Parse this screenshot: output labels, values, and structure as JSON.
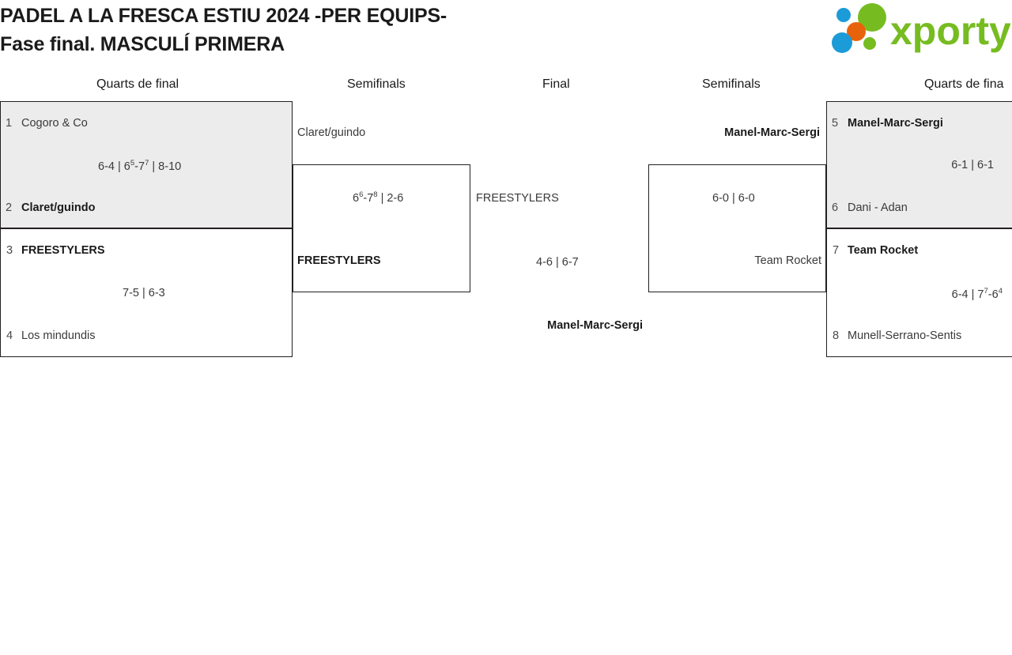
{
  "header": {
    "title_line1": "PADEL A LA FRESCA ESTIU 2024 -PER EQUIPS-",
    "title_line2": "Fase final. MASCULÍ PRIMERA",
    "logo_text": "xporty",
    "logo_colors": {
      "green": "#76bc21",
      "orange": "#e8620c",
      "blue": "#1b9bd8"
    }
  },
  "rounds": {
    "qf_left": "Quarts de final",
    "sf_left": "Semifinals",
    "final": "Final",
    "sf_right": "Semifinals",
    "qf_right": "Quarts de fina"
  },
  "bracket": {
    "qf_left": [
      {
        "shaded": true,
        "top": {
          "seed": "1",
          "name": "Cogoro & Co",
          "winner": false
        },
        "bottom": {
          "seed": "2",
          "name": "Claret/guindo",
          "winner": true
        },
        "score_parts": [
          {
            "t": "6-4 | 6",
            "sup": "5"
          },
          {
            "t": "-7",
            "sup": "7"
          },
          {
            "t": " | 8-10",
            "sup": ""
          }
        ],
        "score_plain": "6-4 | 6⁵-7⁷ | 8-10"
      },
      {
        "shaded": false,
        "top": {
          "seed": "3",
          "name": "FREESTYLERS",
          "winner": true
        },
        "bottom": {
          "seed": "4",
          "name": "Los mindundis",
          "winner": false
        },
        "score_parts": [
          {
            "t": "7-5 | 6-3",
            "sup": ""
          }
        ],
        "score_plain": "7-5 | 6-3"
      }
    ],
    "qf_right": [
      {
        "shaded": true,
        "top": {
          "seed": "5",
          "name": "Manel-Marc-Sergi",
          "winner": true
        },
        "bottom": {
          "seed": "6",
          "name": "Dani - Adan",
          "winner": false
        },
        "score_parts": [
          {
            "t": "6-1 | 6-1",
            "sup": ""
          }
        ],
        "score_plain": "6-1 | 6-1"
      },
      {
        "shaded": false,
        "top": {
          "seed": "7",
          "name": "Team Rocket",
          "winner": true
        },
        "bottom": {
          "seed": "8",
          "name": "Munell-Serrano-Sentis",
          "winner": false
        },
        "score_parts": [
          {
            "t": "6-4 | 7",
            "sup": "7"
          },
          {
            "t": "-6",
            "sup": "4"
          }
        ],
        "score_plain": "6-4 | 7⁷-6⁴"
      }
    ],
    "sf_left": {
      "top": {
        "name": "Claret/guindo",
        "winner": false
      },
      "bottom": {
        "name": "FREESTYLERS",
        "winner": true
      },
      "score_parts": [
        {
          "t": "6",
          "sup": "6"
        },
        {
          "t": "-7",
          "sup": "8"
        },
        {
          "t": " | 2-6",
          "sup": ""
        }
      ],
      "score_plain": "6⁶-7⁸ | 2-6"
    },
    "sf_right": {
      "top": {
        "name": "Manel-Marc-Sergi",
        "winner": true
      },
      "bottom": {
        "name": "Team Rocket",
        "winner": false
      },
      "score_parts": [
        {
          "t": "6-0 | 6-0",
          "sup": ""
        }
      ],
      "score_plain": "6-0 | 6-0"
    },
    "final": {
      "top": {
        "name": "FREESTYLERS",
        "winner": false
      },
      "bottom": {
        "name": "Manel-Marc-Sergi",
        "winner": true
      },
      "score_parts": [
        {
          "t": "4-6 | 6-7",
          "sup": ""
        }
      ],
      "score_plain": "4-6 | 6-7"
    }
  }
}
